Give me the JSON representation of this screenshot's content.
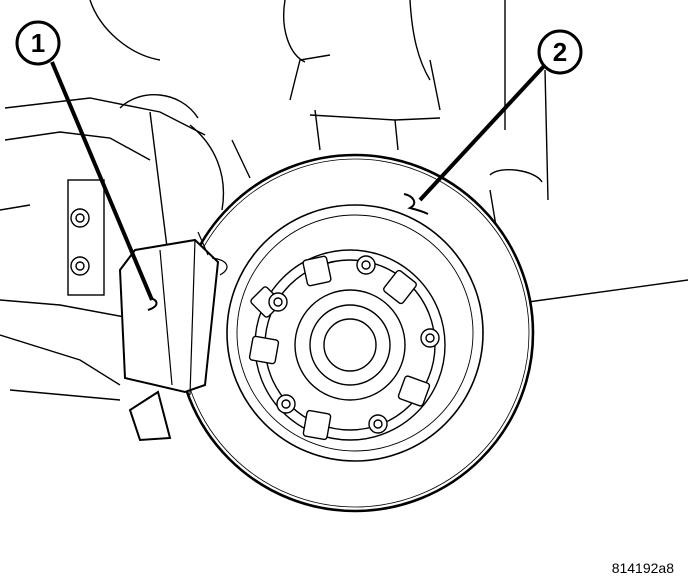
{
  "callouts": [
    {
      "id": "1",
      "label": "1"
    },
    {
      "id": "2",
      "label": "2"
    }
  ],
  "figure_id": "814192a8",
  "colors": {
    "ink": "#000000",
    "paper": "#ffffff"
  }
}
